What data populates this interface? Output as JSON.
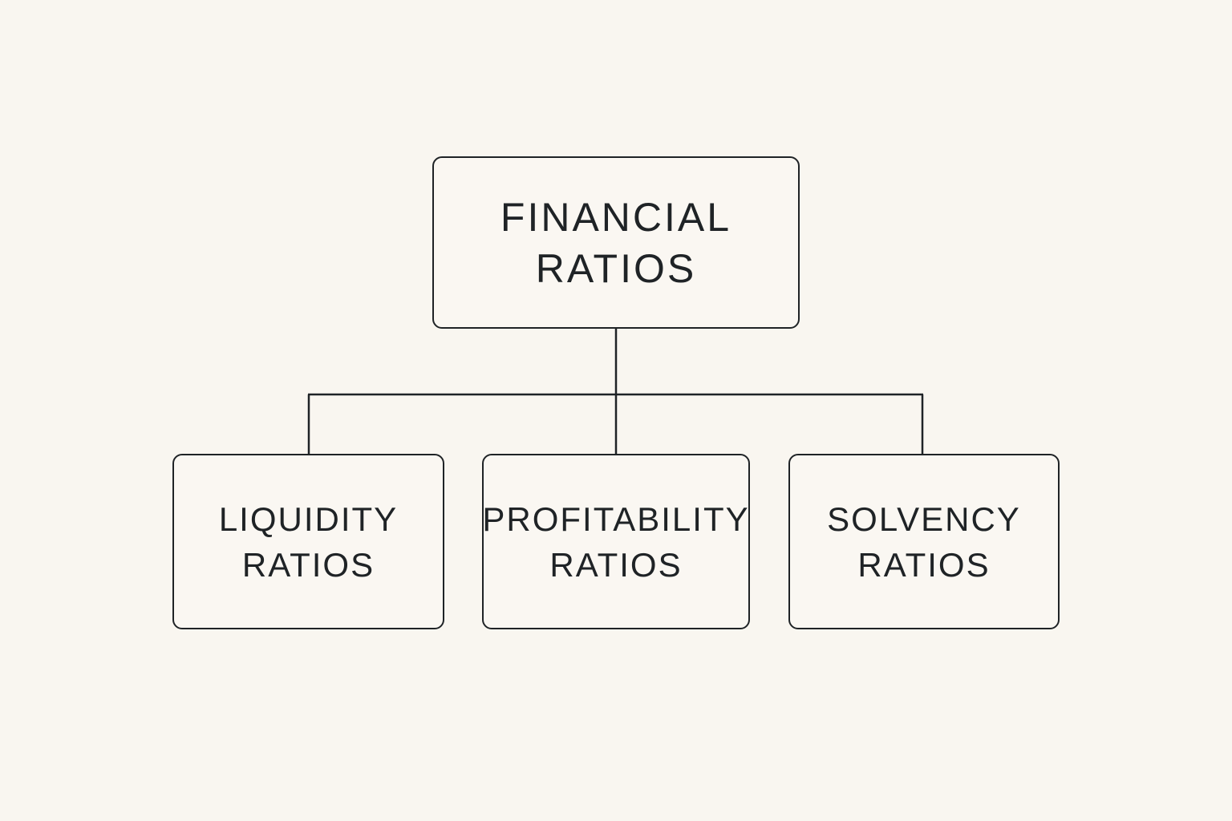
{
  "diagram": {
    "root": {
      "line1": "FINANCIAL",
      "line2": "RATIOS"
    },
    "children": [
      {
        "line1": "LIQUIDITY",
        "line2": "RATIOS"
      },
      {
        "line1": "PROFITABILITY",
        "line2": "RATIOS"
      },
      {
        "line1": "SOLVENCY",
        "line2": "RATIOS"
      }
    ]
  },
  "colors": {
    "background": "#f9f6f0",
    "stroke": "#1f2326",
    "text": "#1f2326"
  }
}
